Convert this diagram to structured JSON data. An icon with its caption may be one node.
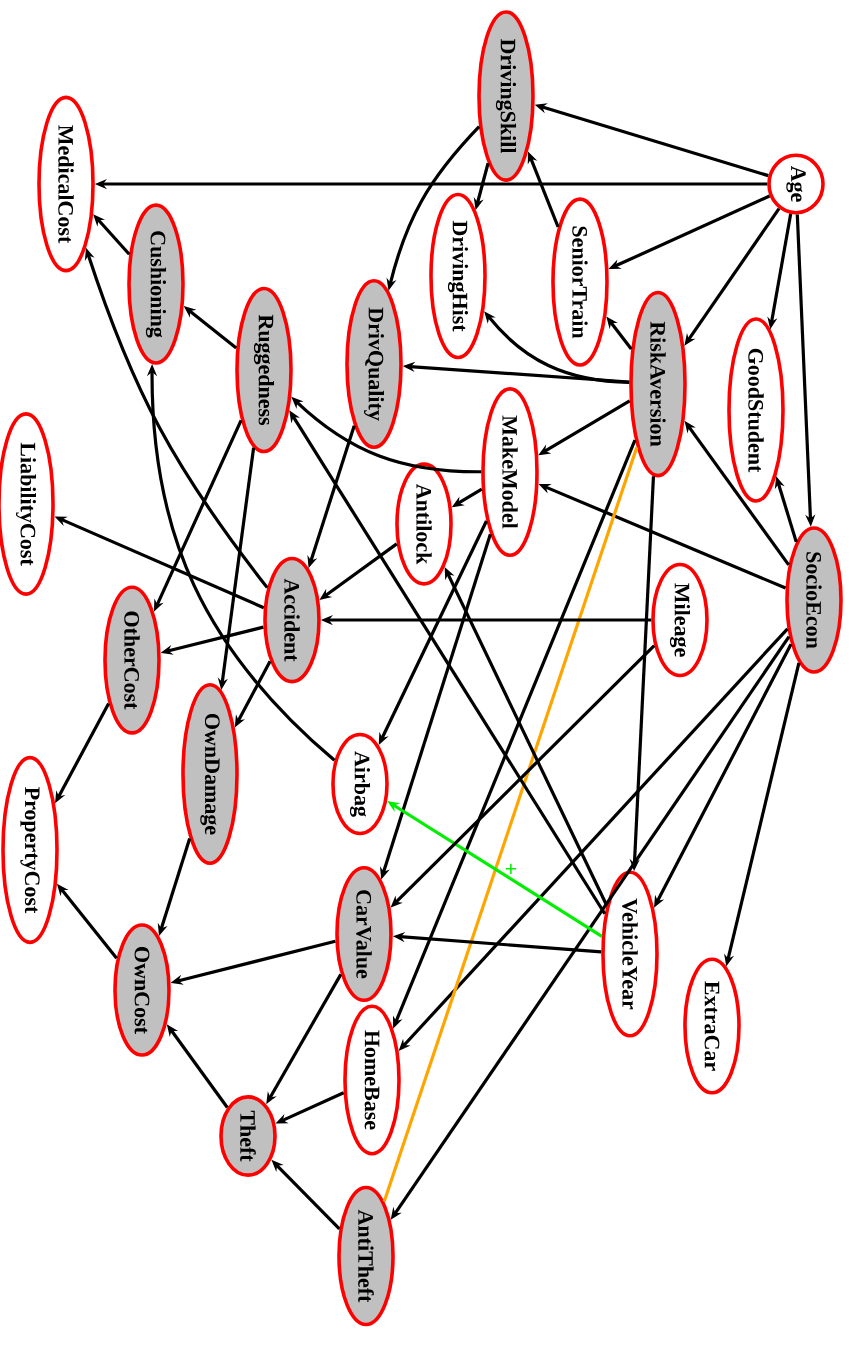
{
  "diagram": {
    "nodes": [
      {
        "text": [
          "DrivingSkill"
        ]
      },
      {
        "text": [
          "Age"
        ]
      },
      {
        "text": [
          "MedicalCost"
        ]
      },
      {
        "text": [
          "Cushioning"
        ]
      },
      {
        "text": [
          "SeniorTrain"
        ]
      },
      {
        "text": [
          "DrivingHist"
        ]
      },
      {
        "text": [
          "RiskAversion"
        ]
      },
      {
        "text": [
          "DrivQuality"
        ]
      },
      {
        "text": [
          "GoodStudent"
        ]
      },
      {
        "text": [
          "Ruggedness"
        ]
      },
      {
        "text": [
          "MakeModel"
        ]
      },
      {
        "text": [
          "LiabilityCost"
        ]
      },
      {
        "text": [
          "Antilock"
        ]
      },
      {
        "text": [
          "SocioEcon"
        ]
      },
      {
        "text": [
          "Accident"
        ]
      },
      {
        "text": [
          "Mileage"
        ]
      },
      {
        "text": [
          "OtherCost"
        ]
      },
      {
        "text": [
          "Airbag"
        ]
      },
      {
        "text": [
          "OwnDamage"
        ]
      },
      {
        "text": [
          "PropertyCost"
        ]
      },
      {
        "text": [
          "VehicleYear"
        ]
      },
      {
        "text": [
          "CarValue"
        ]
      },
      {
        "text": [
          "ExtraCar"
        ]
      },
      {
        "text": [
          "OwnCost"
        ]
      },
      {
        "text": [
          "HomeBase"
        ]
      },
      {
        "text": [
          "Theft"
        ]
      },
      {
        "text": [
          "AntiTheft"
        ]
      }
    ],
    "edges": [
      {
        "from": 1,
        "to": 0,
        "arrow": "to"
      },
      {
        "from": 1,
        "to": 4,
        "arrow": "to"
      },
      {
        "from": 1,
        "to": 2,
        "arrow": "to"
      },
      {
        "from": 1,
        "to": 6,
        "arrow": "to"
      },
      {
        "from": 1,
        "to": 8,
        "arrow": "to"
      },
      {
        "from": 1,
        "to": 13,
        "arrow": "to"
      },
      {
        "from": 13,
        "to": 8,
        "arrow": "to"
      },
      {
        "from": 13,
        "to": 6,
        "arrow": "to"
      },
      {
        "from": 13,
        "to": 10,
        "arrow": "to"
      },
      {
        "from": 13,
        "to": 20,
        "arrow": "to"
      },
      {
        "from": 13,
        "to": 24,
        "arrow": "to"
      },
      {
        "from": 13,
        "to": 26,
        "arrow": "to"
      },
      {
        "from": 13,
        "to": 22,
        "arrow": "to"
      },
      {
        "from": 6,
        "to": 4,
        "arrow": "to"
      },
      {
        "from": 6,
        "to": 5,
        "arrow": "to"
      },
      {
        "from": 6,
        "to": 7,
        "arrow": "to"
      },
      {
        "from": 6,
        "to": 10,
        "arrow": "to"
      },
      {
        "from": 6,
        "to": 20,
        "arrow": "to"
      },
      {
        "from": 6,
        "to": 24,
        "arrow": "to"
      },
      {
        "from": 6,
        "to": 26,
        "arrow": "none",
        "color": "#ffa500"
      },
      {
        "from": 4,
        "to": 0,
        "arrow": "to"
      },
      {
        "from": 0,
        "to": 5,
        "arrow": "to"
      },
      {
        "from": 0,
        "to": 7,
        "arrow": "to"
      },
      {
        "from": 7,
        "to": 14,
        "arrow": "to"
      },
      {
        "from": 10,
        "to": 12,
        "arrow": "to"
      },
      {
        "from": 10,
        "to": 9,
        "arrow": "to"
      },
      {
        "from": 10,
        "to": 21,
        "arrow": "to"
      },
      {
        "from": 10,
        "to": 17,
        "arrow": "to"
      },
      {
        "from": 20,
        "to": 12,
        "arrow": "to"
      },
      {
        "from": 20,
        "to": 9,
        "arrow": "to"
      },
      {
        "from": 20,
        "to": 17,
        "arrow": "to",
        "label": "+",
        "color": "#00ee00"
      },
      {
        "from": 20,
        "to": 21,
        "arrow": "to"
      },
      {
        "from": 15,
        "to": 21,
        "arrow": "to"
      },
      {
        "from": 15,
        "to": 14,
        "arrow": "to"
      },
      {
        "from": 12,
        "to": 14,
        "arrow": "to"
      },
      {
        "from": 14,
        "to": 18,
        "arrow": "to"
      },
      {
        "from": 14,
        "to": 16,
        "arrow": "to"
      },
      {
        "from": 14,
        "to": 2,
        "arrow": "to"
      },
      {
        "from": 14,
        "to": 11,
        "arrow": "to"
      },
      {
        "from": 9,
        "to": 18,
        "arrow": "to"
      },
      {
        "from": 9,
        "to": 16,
        "arrow": "to"
      },
      {
        "from": 9,
        "to": 3,
        "arrow": "to"
      },
      {
        "from": 17,
        "to": 3,
        "arrow": "to"
      },
      {
        "from": 3,
        "to": 2,
        "arrow": "to"
      },
      {
        "from": 18,
        "to": 23,
        "arrow": "to"
      },
      {
        "from": 21,
        "to": 23,
        "arrow": "to"
      },
      {
        "from": 21,
        "to": 25,
        "arrow": "to"
      },
      {
        "from": 25,
        "to": 23,
        "arrow": "to"
      },
      {
        "from": 24,
        "to": 25,
        "arrow": "to"
      },
      {
        "from": 26,
        "to": 25,
        "arrow": "to"
      },
      {
        "from": 16,
        "to": 19,
        "arrow": "to"
      },
      {
        "from": 23,
        "to": 19,
        "arrow": "to"
      }
    ]
  }
}
